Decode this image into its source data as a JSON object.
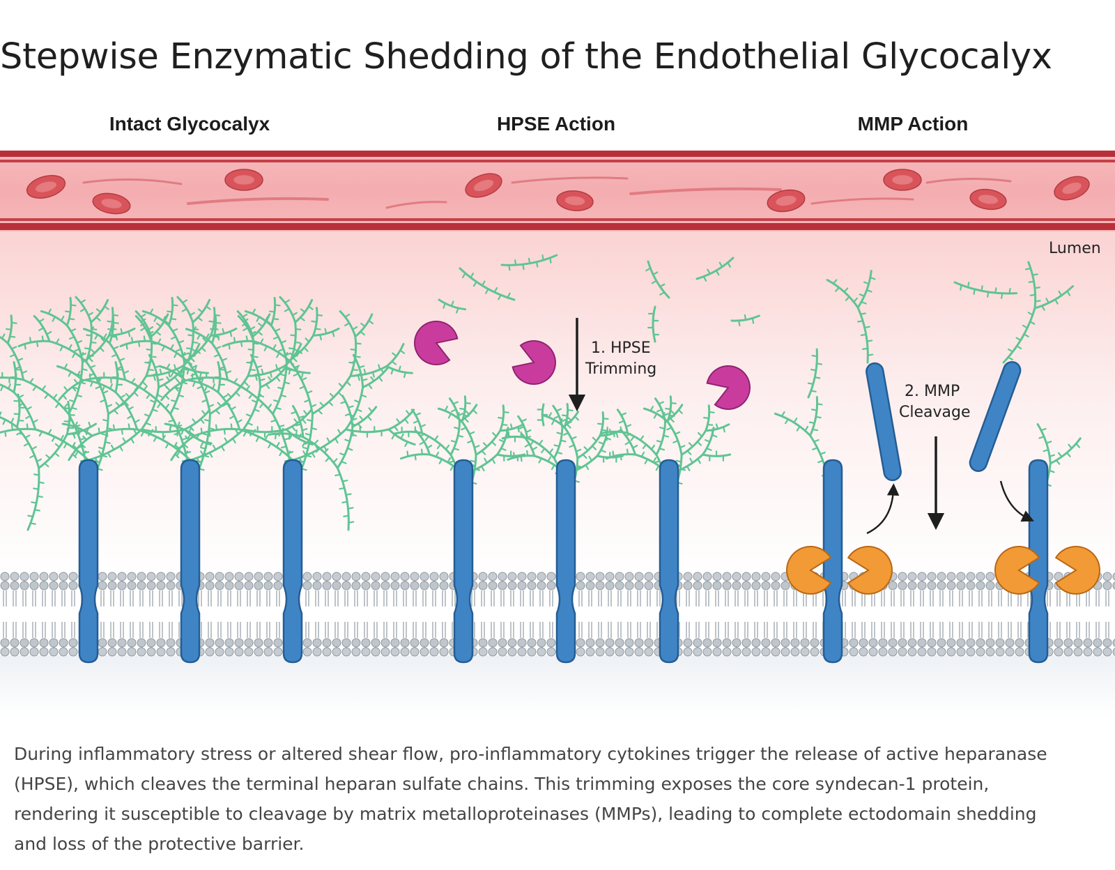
{
  "title": "Stepwise Enzymatic Shedding of the Endothelial Glycocalyx",
  "panels": [
    {
      "id": "intact",
      "label": "Intact Glycocalyx"
    },
    {
      "id": "hpse",
      "label": "HPSE Action"
    },
    {
      "id": "mmp",
      "label": "MMP Action"
    }
  ],
  "annotations": {
    "lumen": "Lumen",
    "step1_line1": "1. HPSE",
    "step1_line2": "Trimming",
    "step2_line1": "2. MMP",
    "step2_line2": "Cleavage"
  },
  "caption": "During inflammatory stress or altered shear flow, pro-inflammatory cytokines trigger the release of active heparanase (HPSE), which cleaves the terminal heparan sulfate chains. This trimming exposes the core syndecan-1 protein, rendering it susceptible to cleavage by matrix metalloproteinases (MMPs), leading to complete ectodomain shedding and loss of the protective barrier.",
  "colors": {
    "vessel_wall": "#b8303a",
    "vessel_lumen": "#f3b1b4",
    "red_cell": "#d9545a",
    "syndecan": "#3f85c6",
    "heparan_sulfate": "#74d4a6",
    "heparanase": "#c93c9e",
    "mmp": "#f29a35",
    "membrane": "#b6bdc4"
  },
  "icons": {
    "heparanase": "pacman-enzyme",
    "mmp": "pacman-enzyme",
    "syndecan": "rod-protein"
  }
}
